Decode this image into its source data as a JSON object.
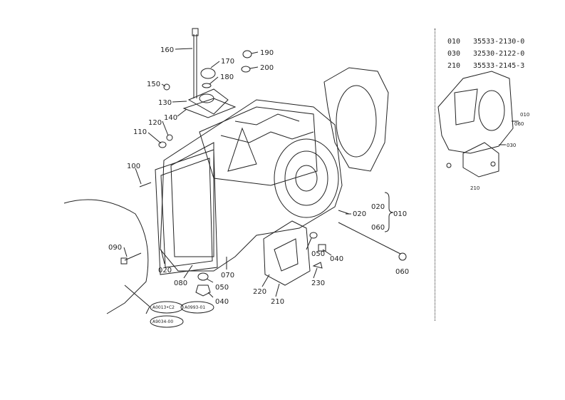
{
  "callouts": [
    {
      "id": "c160",
      "text": "160"
    },
    {
      "id": "c170",
      "text": "170"
    },
    {
      "id": "c190",
      "text": "190"
    },
    {
      "id": "c200",
      "text": "200"
    },
    {
      "id": "c180",
      "text": "180"
    },
    {
      "id": "c150",
      "text": "150"
    },
    {
      "id": "c130",
      "text": "130"
    },
    {
      "id": "c140",
      "text": "140"
    },
    {
      "id": "c120",
      "text": "120"
    },
    {
      "id": "c110",
      "text": "110"
    },
    {
      "id": "c100",
      "text": "100"
    },
    {
      "id": "c090",
      "text": "090"
    },
    {
      "id": "c020a",
      "text": "020"
    },
    {
      "id": "c080",
      "text": "080"
    },
    {
      "id": "c070",
      "text": "070"
    },
    {
      "id": "c050a",
      "text": "050"
    },
    {
      "id": "c040a",
      "text": "040"
    },
    {
      "id": "c220",
      "text": "220"
    },
    {
      "id": "c210",
      "text": "210"
    },
    {
      "id": "c230",
      "text": "230"
    },
    {
      "id": "c050b",
      "text": "050"
    },
    {
      "id": "c040b",
      "text": "040"
    },
    {
      "id": "c060a",
      "text": "060"
    },
    {
      "id": "c020b",
      "text": "020"
    },
    {
      "id": "c020c",
      "text": "020"
    },
    {
      "id": "c010",
      "text": "010"
    },
    {
      "id": "c060b",
      "text": "060"
    },
    {
      "id": "c030s",
      "text": "030"
    },
    {
      "id": "c010s",
      "text": "010"
    },
    {
      "id": "c060s",
      "text": "060"
    },
    {
      "id": "c210s",
      "text": "210"
    }
  ],
  "ovals": [
    "A0013•C2",
    "A0993-01",
    "A9034-00"
  ],
  "part_table": [
    {
      "code": "010",
      "part": "35533-2130-0"
    },
    {
      "code": "030",
      "part": "32530-2122-0"
    },
    {
      "code": "210",
      "part": "35533-2145-3"
    }
  ]
}
